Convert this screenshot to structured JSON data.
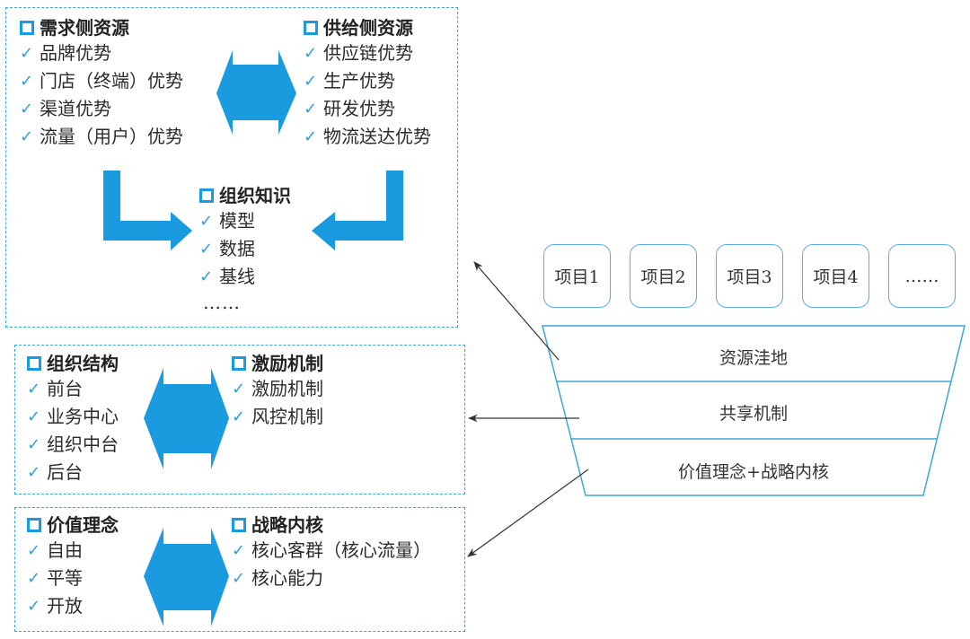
{
  "panels": {
    "resources": {
      "demand": {
        "heading": "需求侧资源",
        "items": [
          "品牌优势",
          "门店（终端）优势",
          "渠道优势",
          "流量（用户）优势"
        ]
      },
      "supply": {
        "heading": "供给侧资源",
        "items": [
          "供应链优势",
          "生产优势",
          "研发优势",
          "物流送达优势"
        ]
      },
      "knowledge": {
        "heading": "组织知识",
        "items": [
          "模型",
          "数据",
          "基线"
        ],
        "ellipsis": "……"
      }
    },
    "mechanism": {
      "structure": {
        "heading": "组织结构",
        "items": [
          "前台",
          "业务中心",
          "组织中台",
          "后台"
        ]
      },
      "incentive": {
        "heading": "激励机制",
        "items": [
          "激励机制",
          "风控机制"
        ]
      }
    },
    "core": {
      "values": {
        "heading": "价值理念",
        "items": [
          "自由",
          "平等",
          "开放"
        ]
      },
      "strategy": {
        "heading": "战略内核",
        "items": [
          "核心客群（核心流量）",
          "核心能力"
        ]
      }
    }
  },
  "check_glyph": "✓",
  "projects": [
    "项目1",
    "项目2",
    "项目3",
    "项目4",
    "……"
  ],
  "layers": [
    "资源洼地",
    "共享机制",
    "价值理念+战略内核"
  ],
  "colors": {
    "accent_blue": "#1a9be0",
    "dashed_border": "#3aa6d6",
    "line_blue": "#5aaee0",
    "connector": "#333333"
  }
}
